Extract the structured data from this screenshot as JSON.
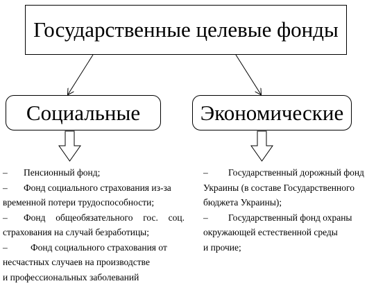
{
  "diagram": {
    "title": "Государственные целевые фонды",
    "categories": [
      {
        "label": "Социальные"
      },
      {
        "label": "Экономические"
      }
    ]
  },
  "social_funds": {
    "dash": "–",
    "item1": "Пенсионный фонд;",
    "item2_line1_a": "Фонд социального страхования из-за",
    "item2_line2": "временной потери трудоспособности;",
    "item3_line1_a": "Фонд",
    "item3_line1_b": "общеобязательного",
    "item3_line1_c": "гос.",
    "item3_line1_d": "соц.",
    "item3_line2": "страхования на случай безработицы;",
    "item4_line1": "Фонд социального страхования от",
    "item4_line2": "несчастных случаев на производстве",
    "item4_line3": "и профессиональных заболеваний"
  },
  "economic_funds": {
    "dash": "–",
    "item1_line1": "Государственный дорожный фонд",
    "item1_line2": "Украины (в составе Государственного",
    "item1_line3": "бюджета Украины);",
    "item2_line1": "Государственный фонд охраны",
    "item2_line2": "окружающей естественной среды",
    "item3": "и прочие;"
  }
}
